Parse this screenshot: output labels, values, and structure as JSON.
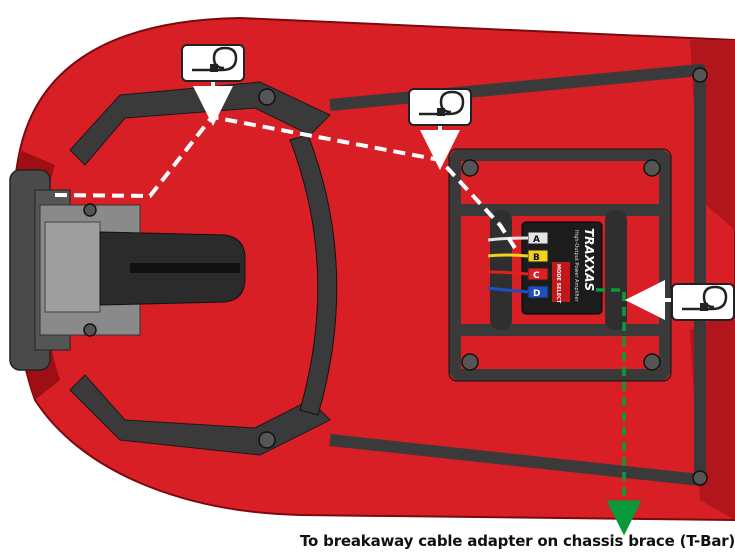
{
  "colors": {
    "body_red": "#d81f26",
    "body_dark_red": "#9e0f14",
    "chassis_gray": "#3a3a3a",
    "wire_white": "#ffffff",
    "antenna_green": "#0a9a3c",
    "port_a": "#e5e5e5",
    "port_b": "#f2d21a",
    "port_c": "#e02020",
    "port_d": "#1d4fc4"
  },
  "icons": [
    "cable-tie-icon",
    "cable-tie-icon",
    "cable-tie-icon"
  ],
  "module": {
    "brand": "TRAXXAS",
    "subtitle": "High-Output Power Amplifier",
    "ports": [
      "A",
      "B",
      "C",
      "D"
    ],
    "select_label": "MODE SELECT"
  },
  "caption": "To breakaway cable adapter on chassis brace (T-Bar)"
}
